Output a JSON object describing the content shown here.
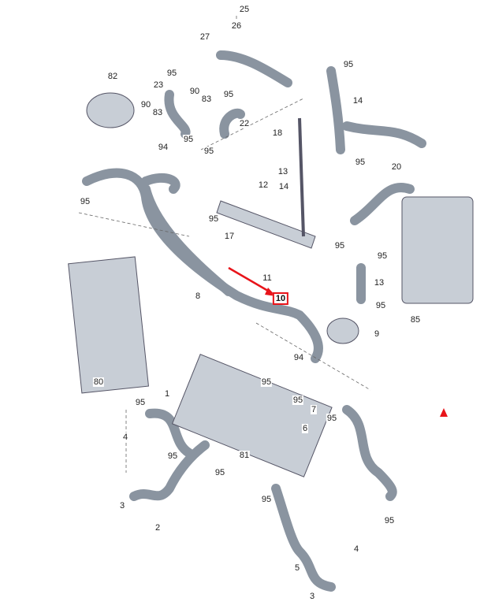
{
  "diagram": {
    "title": "Coolant system parts diagram",
    "accent_color": "#e8141a",
    "highlighted_part": "10",
    "labels": [
      "25",
      "26",
      "27",
      "95",
      "82",
      "95",
      "23",
      "90",
      "83",
      "95",
      "14",
      "90",
      "83",
      "22",
      "18",
      "95",
      "95",
      "94",
      "95",
      "20",
      "13",
      "12",
      "14",
      "95",
      "95",
      "17",
      "95",
      "95",
      "11",
      "13",
      "8",
      "10",
      "95",
      "85",
      "9",
      "94",
      "95",
      "80",
      "95",
      "7",
      "95",
      "1",
      "95",
      "6",
      "4",
      "95",
      "81",
      "95",
      "3",
      "95",
      "95",
      "2",
      "4",
      "5",
      "3"
    ]
  }
}
